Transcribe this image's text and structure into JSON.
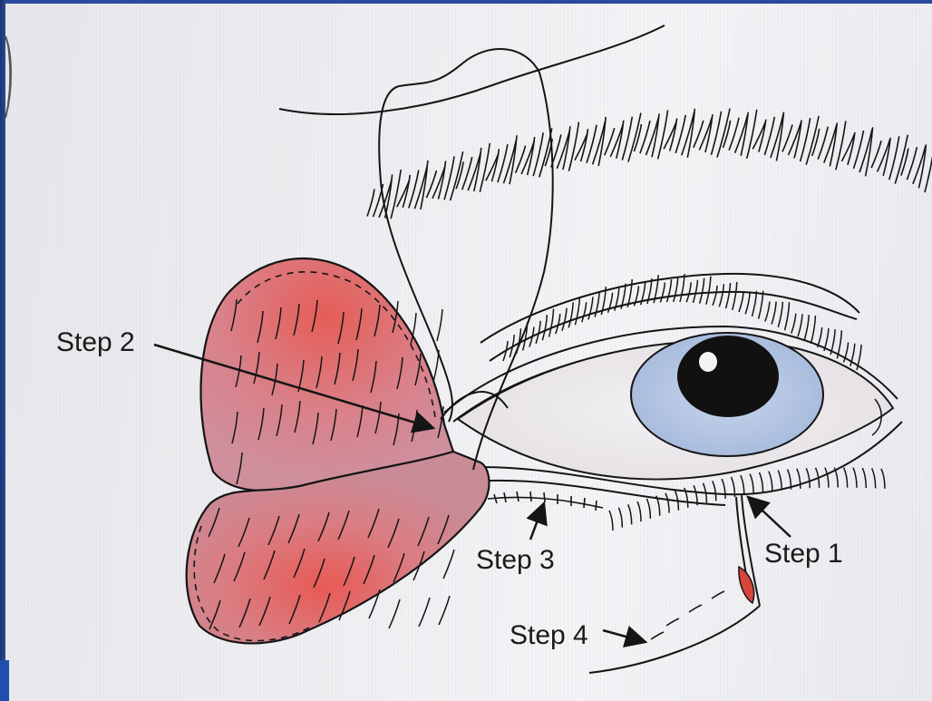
{
  "labels": {
    "step1": "Step 1",
    "step2": "Step 2",
    "step3": "Step 3",
    "step4": "Step 4"
  },
  "colors": {
    "flap": "#d9838a",
    "flap_dark": "#e4433f",
    "iris": "#b7c8e2",
    "pupil": "#111111",
    "ink": "#151515",
    "frame": "#1f3f8f"
  }
}
